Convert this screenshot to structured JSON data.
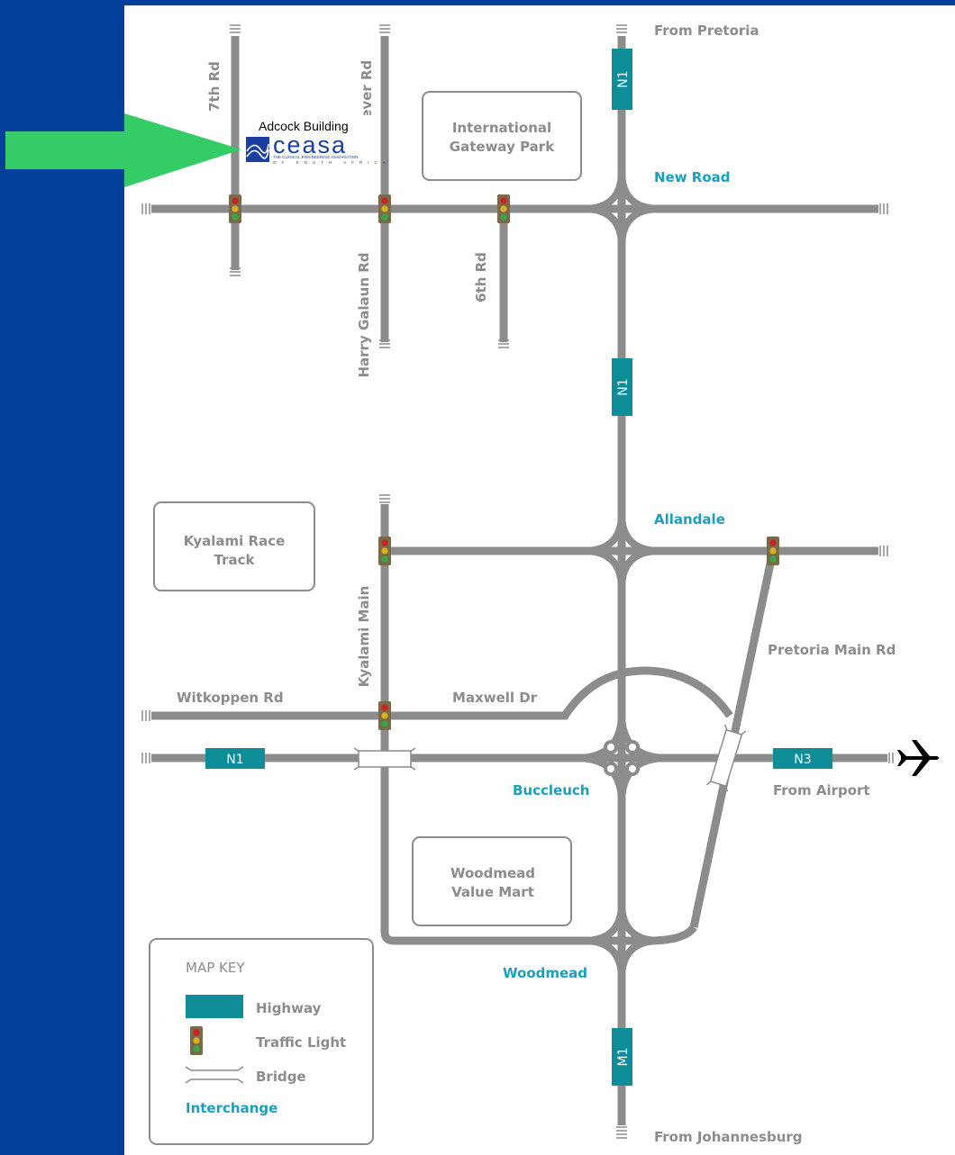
{
  "callout": {
    "title": "Adcock Building",
    "logo_text": "ceasa",
    "logo_sub1": "THE CLINICAL ENGINEERING ASSOCIATION",
    "logo_sub2": "OF SOUTH AFRICA"
  },
  "roads": {
    "seventh": "7th Rd",
    "lever": "Lever Rd",
    "harry": "Harry Galaun Rd",
    "sixth": "6th Rd",
    "kyalami_main": "Kyalami Main",
    "witkoppen": "Witkoppen Rd",
    "maxwell": "Maxwell Dr",
    "pretoria_main": "Pretoria Main Rd"
  },
  "interchanges": {
    "new_road": "New Road",
    "allandale": "Allandale",
    "buccleuch": "Buccleuch",
    "woodmead": "Woodmead"
  },
  "directions": {
    "from_pretoria": "From Pretoria",
    "from_airport": "From Airport",
    "from_johannesburg": "From Johannesburg"
  },
  "highways": {
    "n1_top": "N1",
    "n1_mid": "N1",
    "n1_west": "N1",
    "n3": "N3",
    "m1": "M1"
  },
  "places": {
    "igp_line1": "International",
    "igp_line2": "Gateway Park",
    "kyalami_line1": "Kyalami Race",
    "kyalami_line2": "Track",
    "woodmead_line1": "Woodmead",
    "woodmead_line2": "Value Mart"
  },
  "map_key": {
    "title": "MAP KEY",
    "highway": "Highway",
    "traffic_light": "Traffic Light",
    "bridge": "Bridge",
    "interchange": "Interchange"
  },
  "colors": {
    "background": "#003f9a",
    "map": "#ffffff",
    "road": "#8c8c8c",
    "highway": "#0f8d96",
    "interchange_label": "#1a9fbf",
    "arrow": "#33cc66"
  },
  "icons": [
    "green-arrow-icon",
    "airplane-icon",
    "traffic-light-icon",
    "bridge-icon",
    "ceasa-logo"
  ]
}
